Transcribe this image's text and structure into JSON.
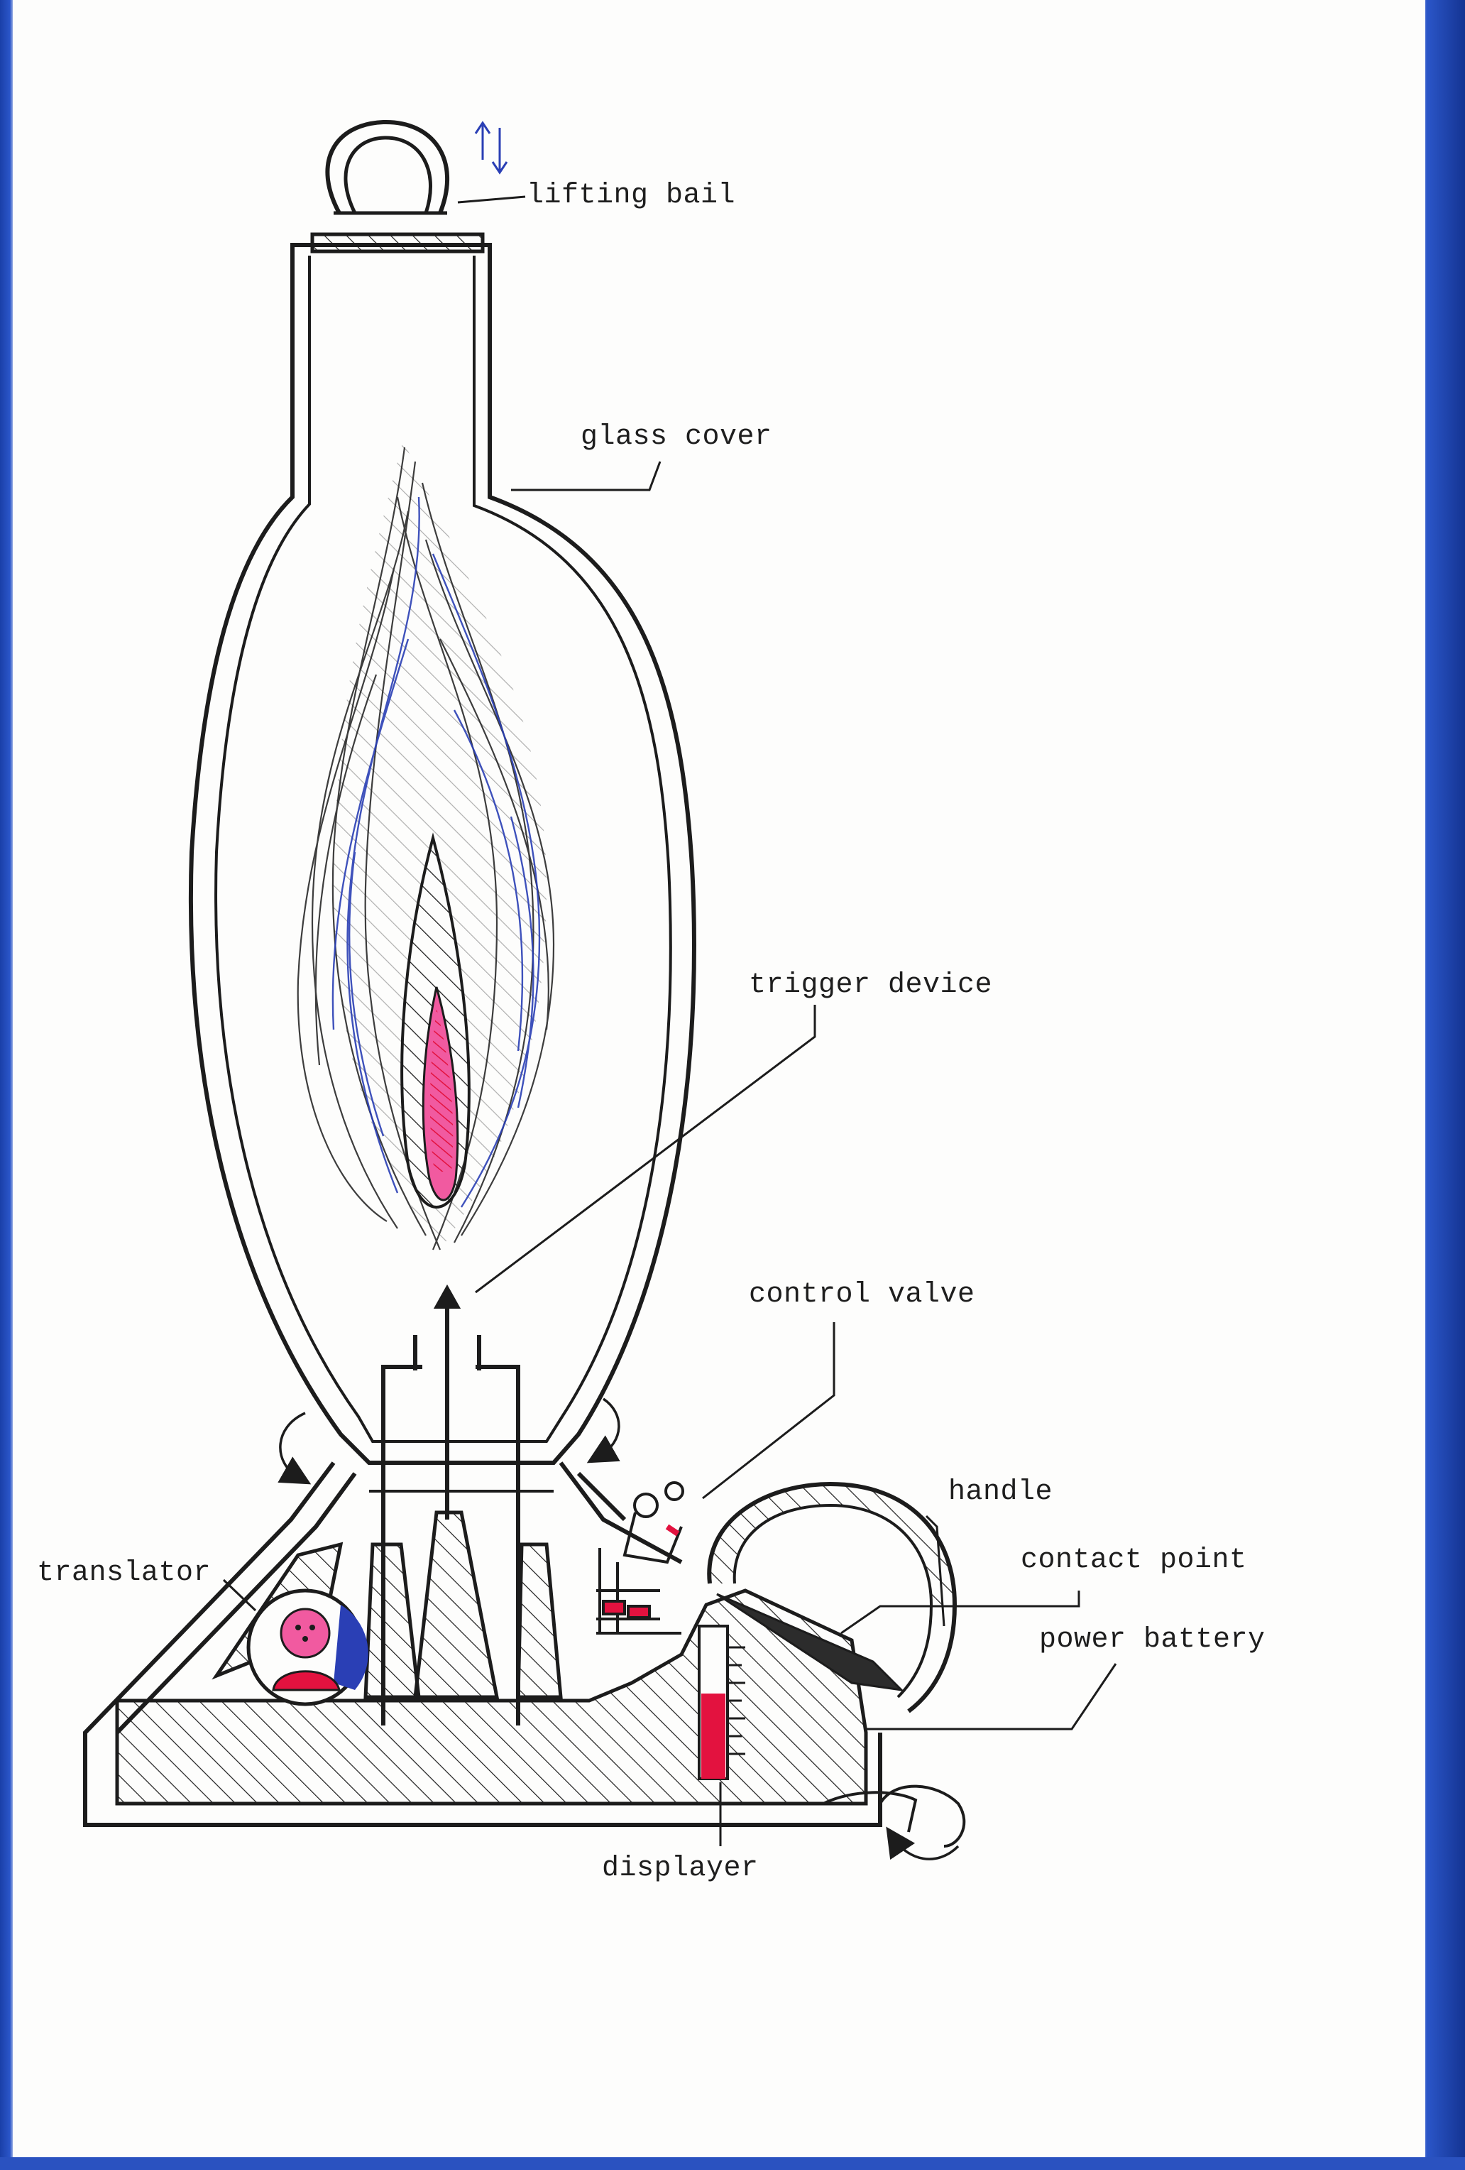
{
  "labels": {
    "lifting_bail": "lifting bail",
    "glass_cover": "glass cover",
    "trigger_device": "trigger device",
    "control_valve": "control valve",
    "handle": "handle",
    "translator": "translator",
    "contact_point": "contact point",
    "power_battery": "power battery",
    "displayer": "displayer"
  },
  "colors": {
    "ink": "#1c1c1c",
    "blue_ink": "#2a3fb5",
    "red": "#e3123f",
    "pink": "#f15aa0",
    "border_blue": "#2b56c9"
  },
  "icons": {
    "bail_arrows": "up-down-arrows-icon",
    "rotate_arrows": "curved-rotate-arrow-icon"
  }
}
